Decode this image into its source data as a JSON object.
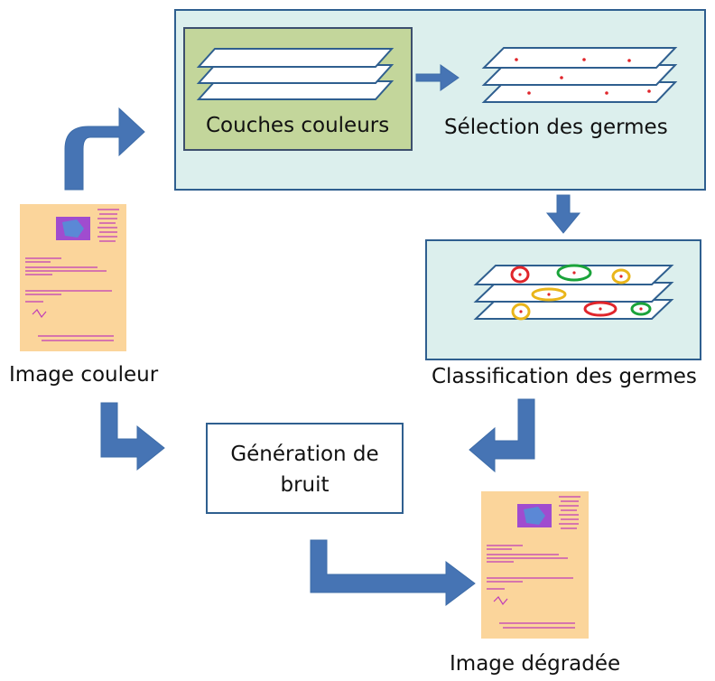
{
  "labels": {
    "couches_couleurs": "Couches couleurs",
    "selection_germes": "Sélection des germes",
    "classification_germes": "Classification des germes",
    "generation_bruit_line1": "Génération de",
    "generation_bruit_line2": "bruit",
    "image_couleur": "Image couleur",
    "image_degradee": "Image dégradée"
  },
  "colors": {
    "arrow": "#4674b4",
    "panel_fill": "#dcefed",
    "panel_border": "#2f5f8f",
    "layers_panel_fill": "#c3d69b",
    "document_background": "#fbd59b",
    "seed_dot": "#e0252b",
    "cluster_red": "#e0252b",
    "cluster_green": "#1aa33a",
    "cluster_yellow": "#e9b51a"
  }
}
